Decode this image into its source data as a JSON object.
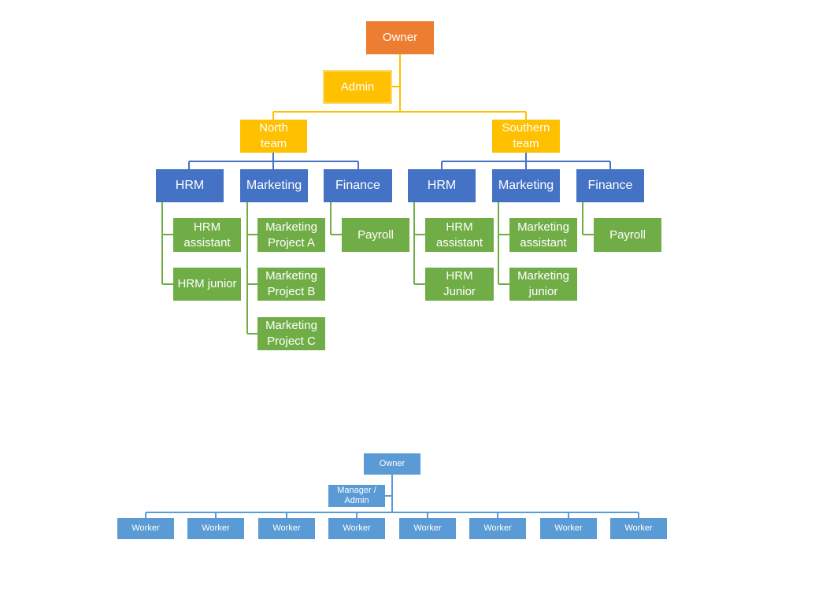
{
  "chart1": {
    "owner": "Owner",
    "admin": "Admin",
    "north": {
      "label": "North team",
      "depts": [
        {
          "label": "HRM",
          "children": [
            "HRM assistant",
            "HRM junior"
          ]
        },
        {
          "label": "Marketing",
          "children": [
            "Marketing Project A",
            "Marketing Project B",
            "Marketing Project C"
          ]
        },
        {
          "label": "Finance",
          "children": [
            "Payroll"
          ]
        }
      ]
    },
    "south": {
      "label": "Southern team",
      "depts": [
        {
          "label": "HRM",
          "children": [
            "HRM assistant",
            "HRM Junior"
          ]
        },
        {
          "label": "Marketing",
          "children": [
            "Marketing assistant",
            "Marketing junior"
          ]
        },
        {
          "label": "Finance",
          "children": [
            "Payroll"
          ]
        }
      ]
    }
  },
  "chart2": {
    "owner": "Owner",
    "manager": "Manager / Admin",
    "workers": [
      "Worker",
      "Worker",
      "Worker",
      "Worker",
      "Worker",
      "Worker",
      "Worker",
      "Worker"
    ]
  },
  "colors": {
    "owner": "#ed7d31",
    "team": "#ffc000",
    "department": "#4472c4",
    "subunit": "#70ad47",
    "simple_chart": "#5b9bd5"
  }
}
